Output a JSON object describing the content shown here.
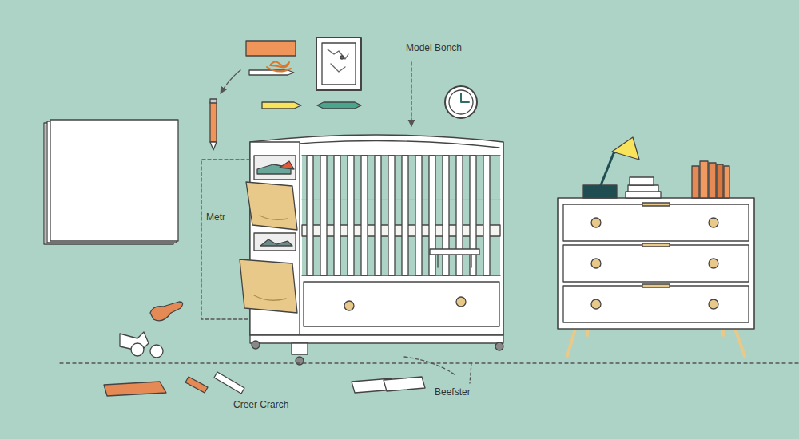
{
  "diagram": {
    "labels": [
      "Model Bonch",
      "Metr",
      "Creer Crarch",
      "Beefster"
    ]
  }
}
